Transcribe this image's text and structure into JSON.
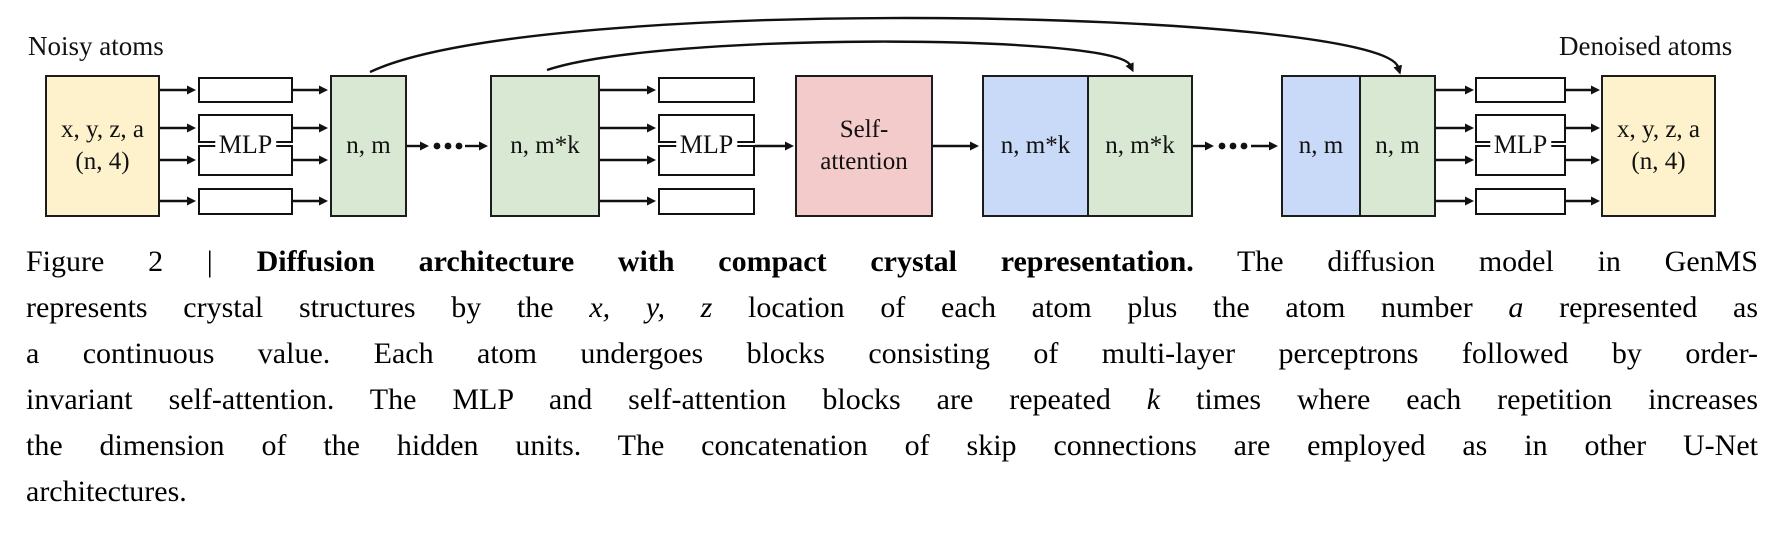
{
  "figure": {
    "labels": {
      "noisy": "Noisy atoms",
      "denoised": "Denoised atoms"
    },
    "nodes": {
      "input": {
        "line1": "x, y, z, a",
        "line2": "(n, 4)"
      },
      "output": {
        "line1": "x, y, z, a",
        "line2": "(n, 4)"
      },
      "mlp": "MLP",
      "hidden_nm": "n, m",
      "hidden_nmk": "n, m*k",
      "attention_line1": "Self-",
      "attention_line2": "attention"
    },
    "colors": {
      "input_output_fill": "#fdf2cc",
      "hidden_green_fill": "#d8e8d2",
      "hidden_blue_fill": "#c9daf8",
      "attention_fill": "#f3cbca",
      "line": "#111111"
    }
  },
  "caption": {
    "lines": [
      {
        "segs": [
          {
            "t": "Figure 2 | "
          },
          {
            "t": "Diffusion architecture with compact crystal representation.",
            "bold": true
          },
          {
            "t": " The diffusion model in GenMS"
          }
        ]
      },
      {
        "segs": [
          {
            "t": "represents crystal structures by the "
          },
          {
            "t": "x, y, z",
            "italic": true
          },
          {
            "t": " location of each atom plus the atom number "
          },
          {
            "t": "a",
            "italic": true
          },
          {
            "t": " represented as"
          }
        ]
      },
      {
        "segs": [
          {
            "t": "a continuous value. Each atom undergoes blocks consisting of multi-layer perceptrons followed by order-"
          }
        ]
      },
      {
        "segs": [
          {
            "t": "invariant self-attention. The MLP and self-attention blocks are repeated "
          },
          {
            "t": "k",
            "italic": true
          },
          {
            "t": " times where each repetition increases"
          }
        ]
      },
      {
        "segs": [
          {
            "t": "the dimension of the hidden units. The concatenation of skip connections are employed as in other U-Net"
          }
        ]
      },
      {
        "segs": [
          {
            "t": "architectures."
          }
        ]
      }
    ]
  }
}
